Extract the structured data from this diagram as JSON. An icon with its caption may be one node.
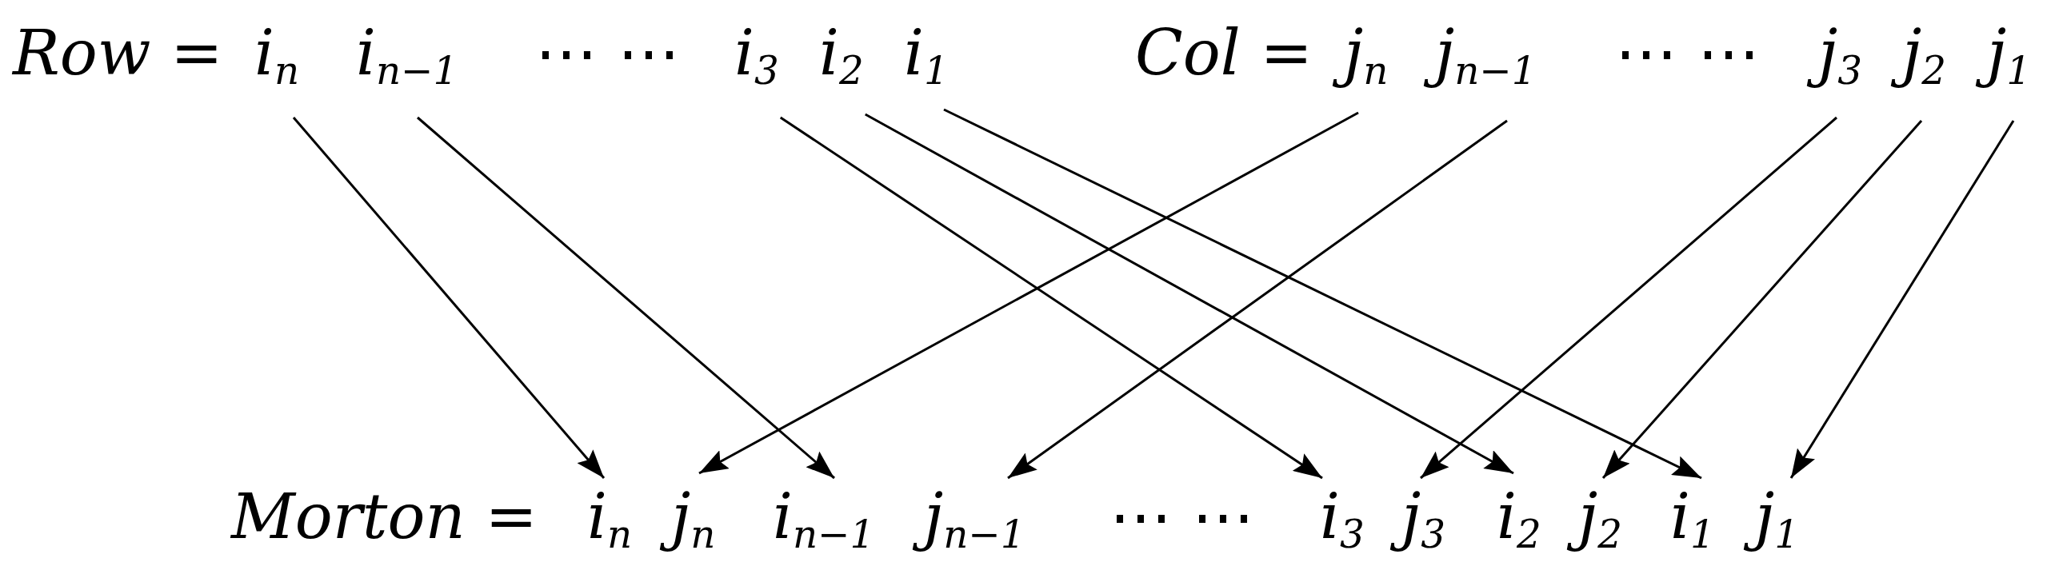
{
  "diagram": {
    "nodes": [
      {
        "text": [
          "i$_{n}$"
        ]
      },
      {
        "text": [
          "i$_{n−1}$"
        ]
      },
      {
        "text": [
          "i$_{3}$"
        ]
      },
      {
        "text": [
          "i$_{2}$"
        ]
      },
      {
        "text": [
          "i$_{1}$"
        ]
      },
      {
        "text": [
          "j$_{n}$"
        ]
      },
      {
        "text": [
          "j$_{n−1}$"
        ]
      },
      {
        "text": [
          "j$_{3}$"
        ]
      },
      {
        "text": [
          "j$_{2}$"
        ]
      },
      {
        "text": [
          "j$_{1}$"
        ]
      },
      {
        "text": [
          "i$_{n}$"
        ]
      },
      {
        "text": [
          "j$_{n}$"
        ]
      },
      {
        "text": [
          "i$_{n−1}$"
        ]
      },
      {
        "text": [
          "j$_{n−1}$"
        ]
      },
      {
        "text": [
          "i$_{3}$"
        ]
      },
      {
        "text": [
          "j$_{3}$"
        ]
      },
      {
        "text": [
          "i$_{2}$"
        ]
      },
      {
        "text": [
          "j$_{2}$"
        ]
      },
      {
        "text": [
          "i$_{1}$"
        ]
      },
      {
        "text": [
          "j$_{1}$"
        ]
      }
    ],
    "edges": [
      {
        "from": 0,
        "to": 10,
        "arrow": "to"
      },
      {
        "from": 1,
        "to": 12,
        "arrow": "to"
      },
      {
        "from": 2,
        "to": 14,
        "arrow": "to"
      },
      {
        "from": 3,
        "to": 16,
        "arrow": "to"
      },
      {
        "from": 4,
        "to": 18,
        "arrow": "to"
      },
      {
        "from": 5,
        "to": 11,
        "arrow": "to"
      },
      {
        "from": 6,
        "to": 13,
        "arrow": "to"
      },
      {
        "from": 7,
        "to": 15,
        "arrow": "to"
      },
      {
        "from": 8,
        "to": 17,
        "arrow": "to"
      },
      {
        "from": 9,
        "to": 19,
        "arrow": "to"
      }
    ],
    "labels": [
      "*Row* =",
      "⋯ ⋯",
      "*Col* =",
      "⋯ ⋯",
      "*Morton* =",
      "⋯ ⋯"
    ]
  }
}
